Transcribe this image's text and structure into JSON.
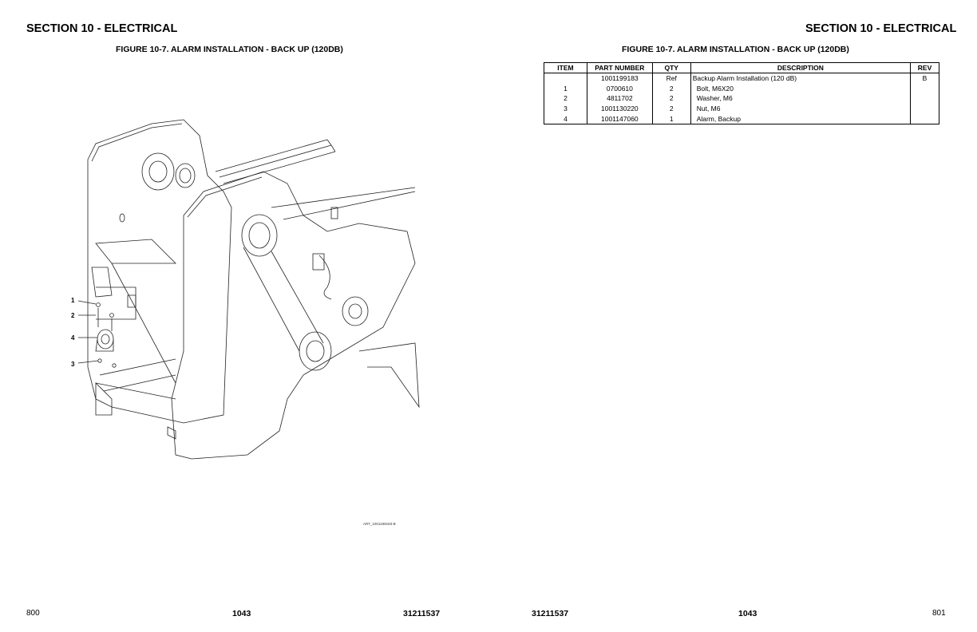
{
  "left_page": {
    "section_title": "SECTION 10 - ELECTRICAL",
    "figure_title": "FIGURE 10-7. ALARM INSTALLATION - BACK UP (120DB)",
    "art_id": "ART_1001199183-B",
    "callouts": [
      "1",
      "2",
      "4",
      "3"
    ],
    "footer": {
      "page_number": "800",
      "center": "1043",
      "doc_number": "31211537"
    }
  },
  "right_page": {
    "section_title": "SECTION 10 - ELECTRICAL",
    "figure_title": "FIGURE 10-7. ALARM INSTALLATION - BACK UP (120DB)",
    "footer": {
      "doc_number": "31211537",
      "center": "1043",
      "page_number": "801"
    }
  },
  "parts_table": {
    "headers": [
      "ITEM",
      "PART NUMBER",
      "QTY",
      "DESCRIPTION",
      "REV"
    ],
    "rows": [
      [
        "",
        "1001199183",
        "Ref",
        "Backup Alarm Installation (120 dB)",
        "B"
      ],
      [
        "1",
        "0700610",
        "2",
        "Bolt, M6X20",
        ""
      ],
      [
        "2",
        "4811702",
        "2",
        "Washer, M6",
        ""
      ],
      [
        "3",
        "1001130220",
        "2",
        "Nut, M6",
        ""
      ],
      [
        "4",
        "1001147060",
        "1",
        "Alarm, Backup",
        ""
      ]
    ]
  }
}
